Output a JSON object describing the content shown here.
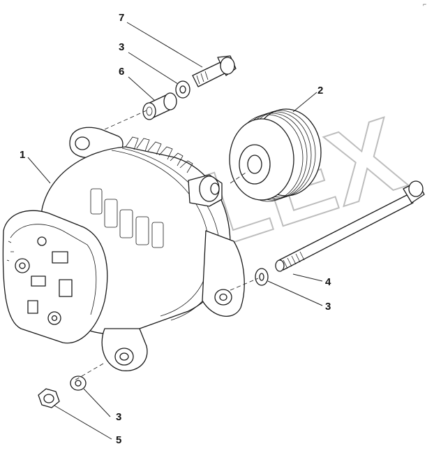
{
  "callouts": {
    "c1": "1",
    "c2": "2",
    "c3a": "3",
    "c3b": "3",
    "c3c": "3",
    "c4": "4",
    "c5": "5",
    "c6": "6",
    "c7": "7"
  },
  "corner_mark": "⌐",
  "watermark": "ELEX",
  "colors": {
    "line": "#1a1a1a",
    "watermark": "#bdbdbd",
    "background": "#ffffff"
  }
}
